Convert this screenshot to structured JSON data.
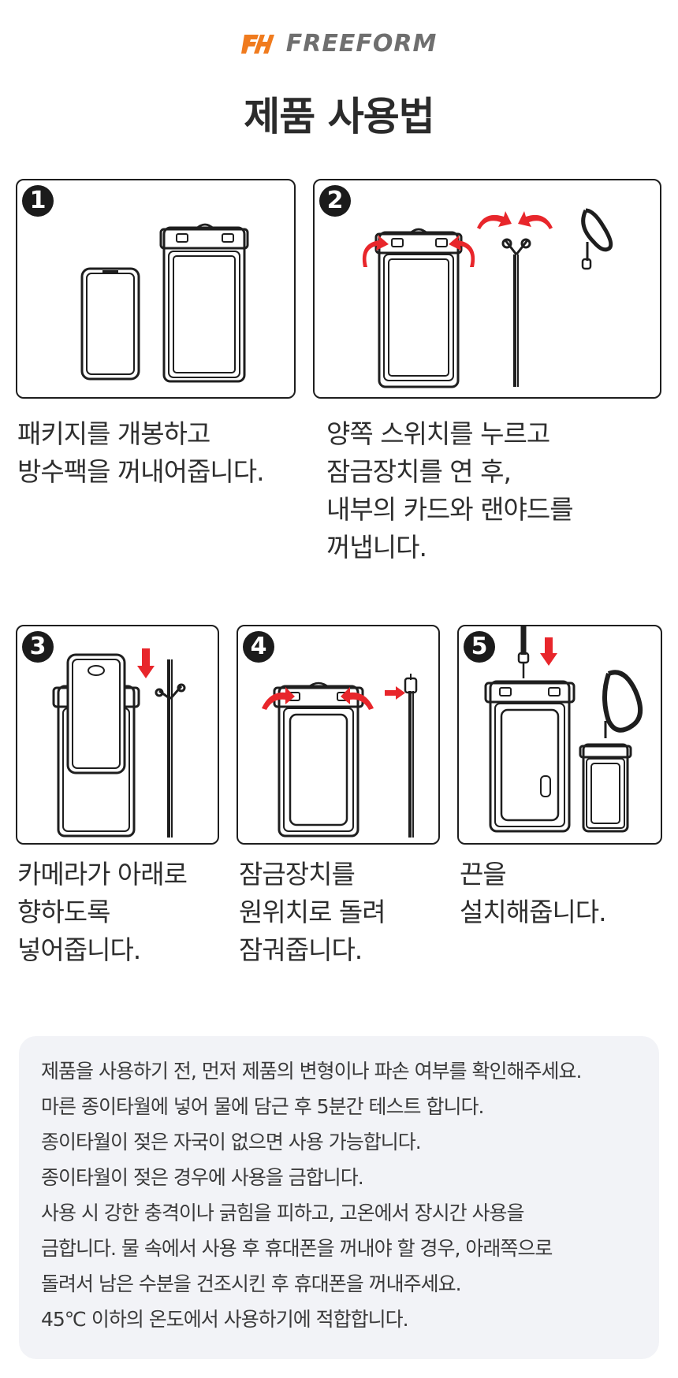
{
  "logo": {
    "brand": "FREEFORM",
    "icon": "freeform-logo-icon",
    "accent_color": "#f07b1e"
  },
  "title": "제품 사용법",
  "steps": [
    {
      "number": "1",
      "caption": [
        "패키지를 개봉하고",
        "방수팩을 꺼내어줍니다."
      ]
    },
    {
      "number": "2",
      "caption": [
        "양쪽 스위치를 누르고",
        "잠금장치를 연 후,",
        "내부의 카드와 랜야드를",
        "꺼냅니다."
      ]
    },
    {
      "number": "3",
      "caption": [
        "카메라가 아래로",
        "향하도록",
        "넣어줍니다."
      ]
    },
    {
      "number": "4",
      "caption": [
        "잠금장치를",
        "원위치로 돌려",
        "잠궈줍니다."
      ]
    },
    {
      "number": "5",
      "caption": [
        "끈을",
        "설치해줍니다."
      ]
    }
  ],
  "notice": [
    "제품을 사용하기 전, 먼저 제품의 변형이나 파손 여부를 확인해주세요.",
    "마른 종이타월에 넣어 물에 담근 후 5분간 테스트 합니다.",
    "종이타월이 젖은 자국이 없으면 사용 가능합니다.",
    "종이타월이 젖은 경우에 사용을 금합니다.",
    "사용 시 강한 충격이나 긁힘을 피하고, 고온에서 장시간 사용을",
    "금합니다. 물 속에서 사용 후 휴대폰을 꺼내야 할 경우, 아래쪽으로",
    "돌려서 남은 수분을 건조시킨 후 휴대폰을 꺼내주세요.",
    "45℃ 이하의 온도에서 사용하기에 적합합니다."
  ],
  "colors": {
    "arrow_red": "#e8262b",
    "line": "#1e1e1e"
  }
}
